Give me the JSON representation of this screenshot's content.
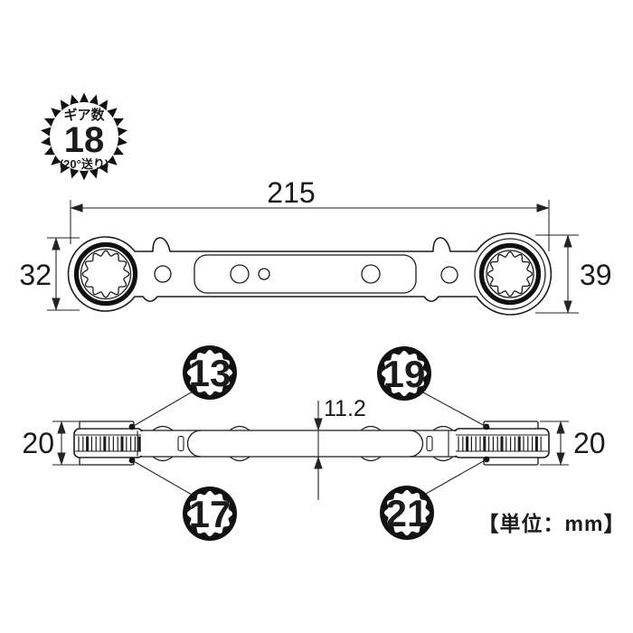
{
  "gear_badge": {
    "label": "ギア数",
    "count": "18",
    "feed": "(20°送り)"
  },
  "dimensions": {
    "overall_length": "215",
    "left_head_width": "32",
    "right_head_width": "39",
    "left_head_thickness": "20",
    "right_head_thickness": "20",
    "handle_thickness": "11.2"
  },
  "sockets": {
    "top_left": "13",
    "top_right": "19",
    "bottom_left": "17",
    "bottom_right": "21"
  },
  "unit_label": "【単位：mm】",
  "colors": {
    "line": "#1c1c1c",
    "badge_fill": "#111111",
    "background": "#ffffff"
  }
}
